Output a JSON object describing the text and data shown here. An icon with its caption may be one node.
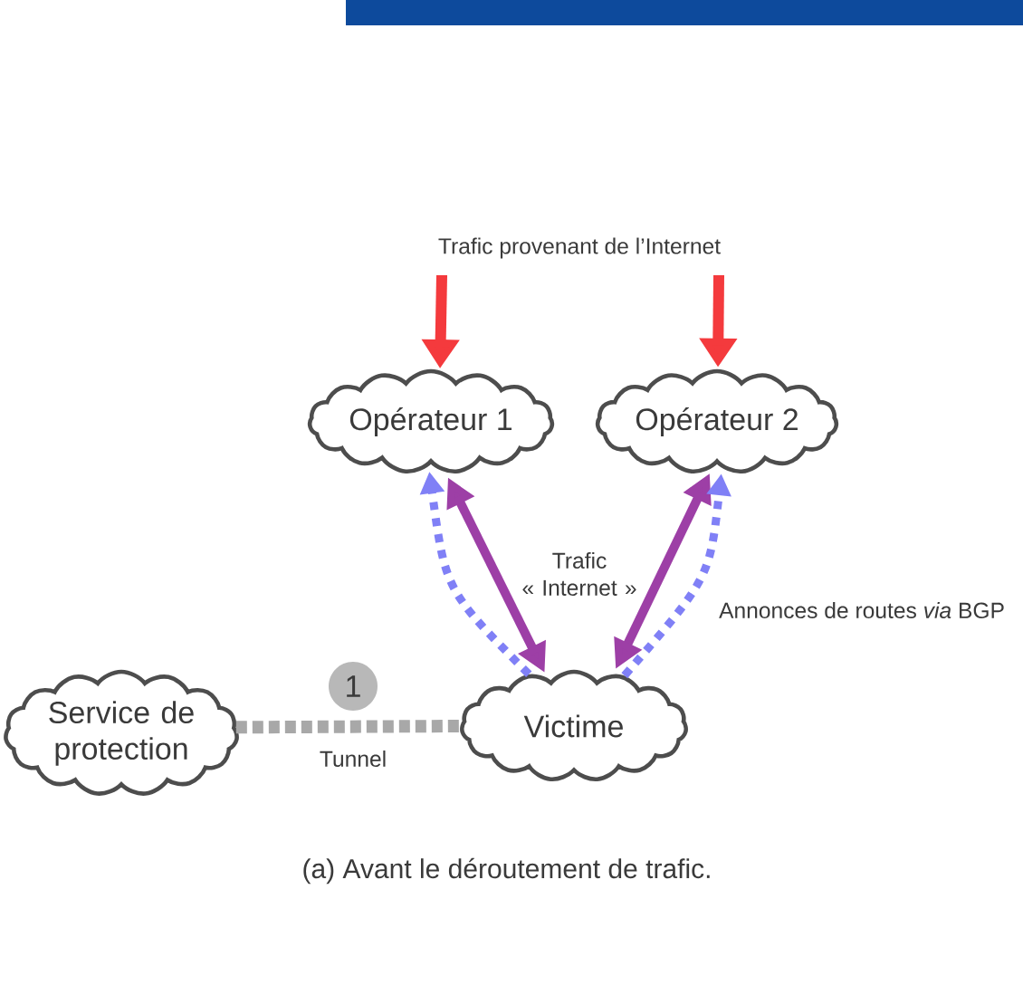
{
  "diagram": {
    "caption": "(a) Avant le déroutement de trafic.",
    "nodes": [
      {
        "text": [
          "Opérateur 1"
        ]
      },
      {
        "text": [
          "Opérateur 2"
        ]
      },
      {
        "text": [
          "Service de protection"
        ]
      },
      {
        "text": [
          "1"
        ]
      },
      {
        "text": [
          "Victime"
        ]
      }
    ],
    "edges": [
      {
        "from": null,
        "to": 0,
        "arrow": "to",
        "color": "#f43a3d"
      },
      {
        "from": null,
        "to": 1,
        "arrow": "to",
        "color": "#f43a3d"
      },
      {
        "from": 4,
        "to": 0,
        "arrow": "to",
        "style": "dashed",
        "color": "#8080f6"
      },
      {
        "from": 4,
        "to": 0,
        "arrow": "both",
        "color": "#9d3fa6"
      },
      {
        "from": 4,
        "to": 1,
        "arrow": "both",
        "color": "#9d3fa6"
      },
      {
        "from": 4,
        "to": 1,
        "arrow": "to",
        "style": "dashed",
        "color": "#8080f6"
      },
      {
        "from": 2,
        "to": 4,
        "arrow": "none",
        "label": "Tunnel",
        "style": "dashed",
        "color": "#a8a8a8"
      }
    ],
    "labels": [
      "Trafic provenant de l’Internet",
      "Trafic « Internet »",
      "Annonces de routes *via* BGP"
    ]
  }
}
